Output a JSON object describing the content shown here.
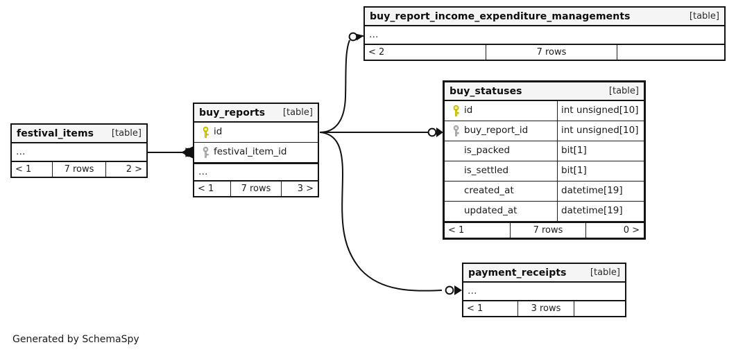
{
  "diagram": {
    "title": "SchemaSpy relationships diagram",
    "credit": "Generated by SchemaSpy",
    "table_tag": "[table]",
    "ellipsis": "…",
    "colors": {
      "primary_key": "#e8e000",
      "foreign_key": "#b3b3b3",
      "border": "#141414",
      "header_bg": "#f5f5f5",
      "background": "#ffffff",
      "text": "#1a1a1a"
    }
  },
  "tables": [
    {
      "id": "festival_items",
      "name": "festival_items",
      "tag": "[table]",
      "emphasized": false,
      "columns": [],
      "has_ellipsis": true,
      "footer": {
        "left": "< 1",
        "center": "7 rows",
        "right": "2 >"
      }
    },
    {
      "id": "buy_reports",
      "name": "buy_reports",
      "tag": "[table]",
      "emphasized": false,
      "columns": [
        {
          "key": "primary",
          "name": "id",
          "type": ""
        },
        {
          "key": "foreign",
          "name": "festival_item_id",
          "type": ""
        }
      ],
      "has_ellipsis": true,
      "footer": {
        "left": "< 1",
        "center": "7 rows",
        "right": "3 >"
      }
    },
    {
      "id": "buy_report_income_expenditure_managements",
      "name": "buy_report_income_expenditure_managements",
      "tag": "[table]",
      "emphasized": false,
      "columns": [],
      "has_ellipsis": true,
      "footer": {
        "left": "< 2",
        "center": "7 rows",
        "right": ""
      }
    },
    {
      "id": "buy_statuses",
      "name": "buy_statuses",
      "tag": "[table]",
      "emphasized": true,
      "columns": [
        {
          "key": "primary",
          "name": "id",
          "type": "int unsigned[10]"
        },
        {
          "key": "foreign",
          "name": "buy_report_id",
          "type": "int unsigned[10]"
        },
        {
          "key": "none",
          "name": "is_packed",
          "type": "bit[1]"
        },
        {
          "key": "none",
          "name": "is_settled",
          "type": "bit[1]"
        },
        {
          "key": "none",
          "name": "created_at",
          "type": "datetime[19]"
        },
        {
          "key": "none",
          "name": "updated_at",
          "type": "datetime[19]"
        }
      ],
      "has_ellipsis": false,
      "footer": {
        "left": "< 1",
        "center": "7 rows",
        "right": "0 >"
      }
    },
    {
      "id": "payment_receipts",
      "name": "payment_receipts",
      "tag": "[table]",
      "emphasized": false,
      "columns": [],
      "has_ellipsis": true,
      "footer": {
        "left": "< 1",
        "center": "3 rows",
        "right": ""
      }
    }
  ],
  "relationships": [
    {
      "from": "buy_reports",
      "to": "buy_report_income_expenditure_managements",
      "label": ""
    },
    {
      "from": "buy_reports",
      "to": "buy_statuses",
      "label": ""
    },
    {
      "from": "buy_reports",
      "to": "payment_receipts",
      "label": ""
    },
    {
      "from": "festival_items",
      "to": "buy_reports",
      "label": ""
    }
  ]
}
